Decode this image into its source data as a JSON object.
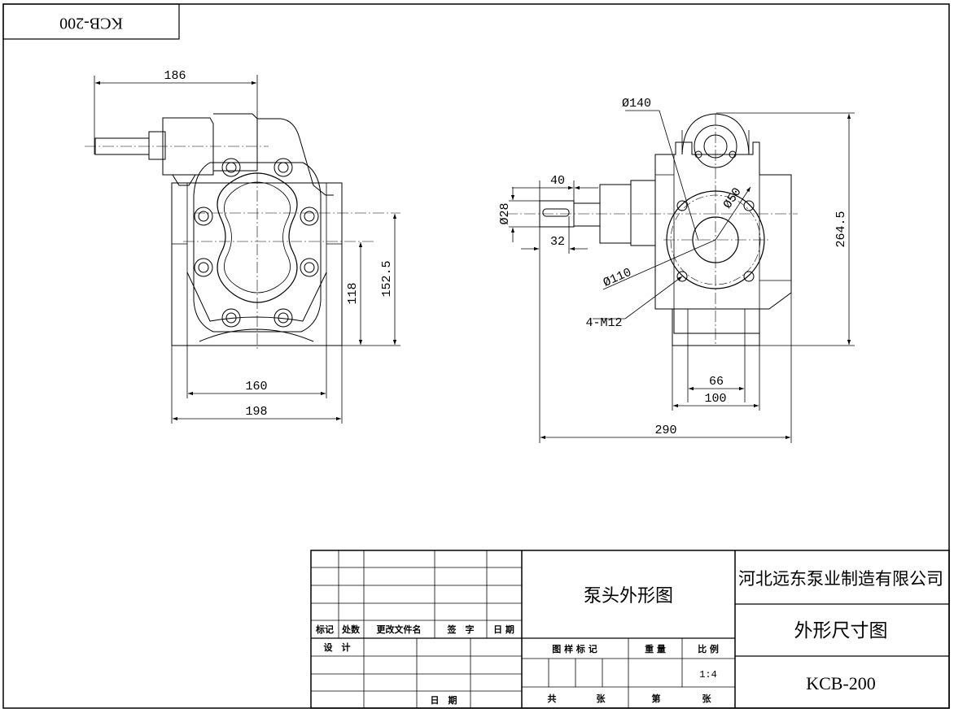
{
  "corner_tag": "KCB-200",
  "left_view": {
    "dims": {
      "d186": "186",
      "d160": "160",
      "d198": "198",
      "d118": "118",
      "d152_5": "152.5"
    }
  },
  "right_view": {
    "dims": {
      "d140": "Ø140",
      "d50": "Ø50",
      "d40": "40",
      "d28": "Ø28",
      "d32": "32",
      "d110": "Ø110",
      "m12": "4-M12",
      "d264_5": "264.5",
      "d66": "66",
      "d100": "100",
      "d290": "290"
    }
  },
  "title_block": {
    "rev_headers": {
      "mark": "标记",
      "count": "处数",
      "doc": "更改文件名",
      "sign": "签　字",
      "date": "日 期"
    },
    "design": "设　计",
    "date2": "日　期",
    "drawing_name": "泵头外形图",
    "sample_mark": "图 样 标 记",
    "weight": "重 量",
    "scale_label": "比 例",
    "scale_value": "1:4",
    "total": "共",
    "sheets": "张",
    "sheet_no": "第",
    "sheets2": "张",
    "company": "河北远东泵业制造有限公司",
    "drawing_title": "外形尺寸图",
    "model": "KCB-200"
  }
}
